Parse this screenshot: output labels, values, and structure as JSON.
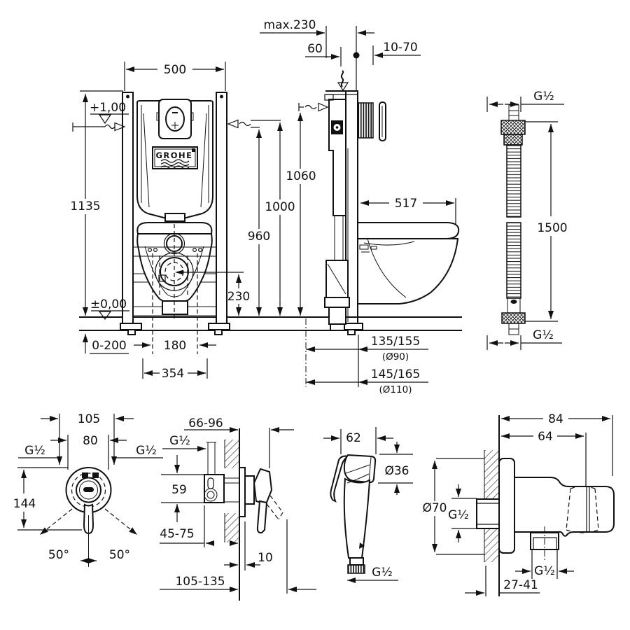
{
  "brand": {
    "name": "GROHE"
  },
  "front": {
    "w500": "500",
    "h1135": "1135",
    "lvl_plus": "+1,00",
    "lvl_zero": "±0,00",
    "floor": "0-200",
    "d180": "180",
    "d354": "354",
    "d230": "230"
  },
  "side": {
    "max230": "max.230",
    "d60": "60",
    "d1070": "10-70",
    "h1060": "1060",
    "h1000": "1000",
    "h960": "960",
    "d517": "517",
    "drain90": "135/155",
    "drain90_dia": "(Ø90)",
    "drain110": "145/165",
    "drain110_dia": "(Ø110)"
  },
  "hose": {
    "thread_top": "G¹⁄₂",
    "length": "1500",
    "thread_bottom": "G¹⁄₂"
  },
  "mixf": {
    "w105": "105",
    "w80": "80",
    "thread_left": "G¹⁄₂",
    "thread_right": "G¹⁄₂",
    "h144": "144",
    "angle_left": "50°",
    "angle_right": "50°"
  },
  "mixs": {
    "d6696": "66-96",
    "thread": "G¹⁄₂",
    "h59": "59",
    "d4575": "45-75",
    "d10": "10",
    "d105135": "105-135"
  },
  "hand": {
    "w62": "62",
    "dia36": "Ø36",
    "thread": "G¹⁄₂"
  },
  "union": {
    "w84": "84",
    "w64": "64",
    "dia70": "Ø70",
    "thread_side": "G¹⁄₂",
    "thread_bottom": "G¹⁄₂",
    "d2741": "27-41"
  }
}
